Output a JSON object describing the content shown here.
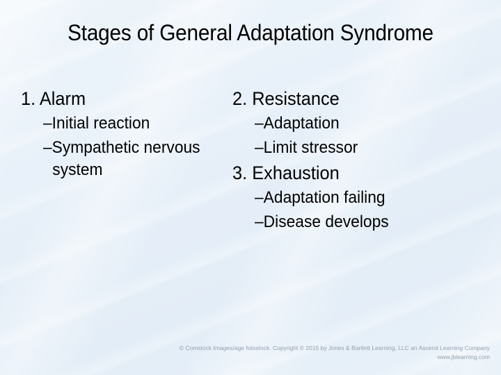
{
  "slide": {
    "title": "Stages of General Adaptation Syndrome",
    "background_color": "#e6eff8",
    "text_color": "#000000"
  },
  "columns": {
    "left": [
      {
        "heading": "1. Alarm",
        "sub_items": [
          "–Initial reaction",
          "–Sympathetic nervous system"
        ]
      }
    ],
    "right": [
      {
        "heading": "2. Resistance",
        "sub_items": [
          "–Adaptation",
          "–Limit stressor"
        ]
      },
      {
        "heading": "3. Exhaustion",
        "sub_items": [
          "–Adaptation failing",
          "–Disease develops"
        ]
      }
    ]
  },
  "footer": {
    "credit": "© Comstock Images/age fotostock. Copyright © 2015 by Jones & Bartlett Learning, LLC an Ascend Learning Company",
    "website": "www.jblearning.com",
    "color": "#8b97a6"
  }
}
